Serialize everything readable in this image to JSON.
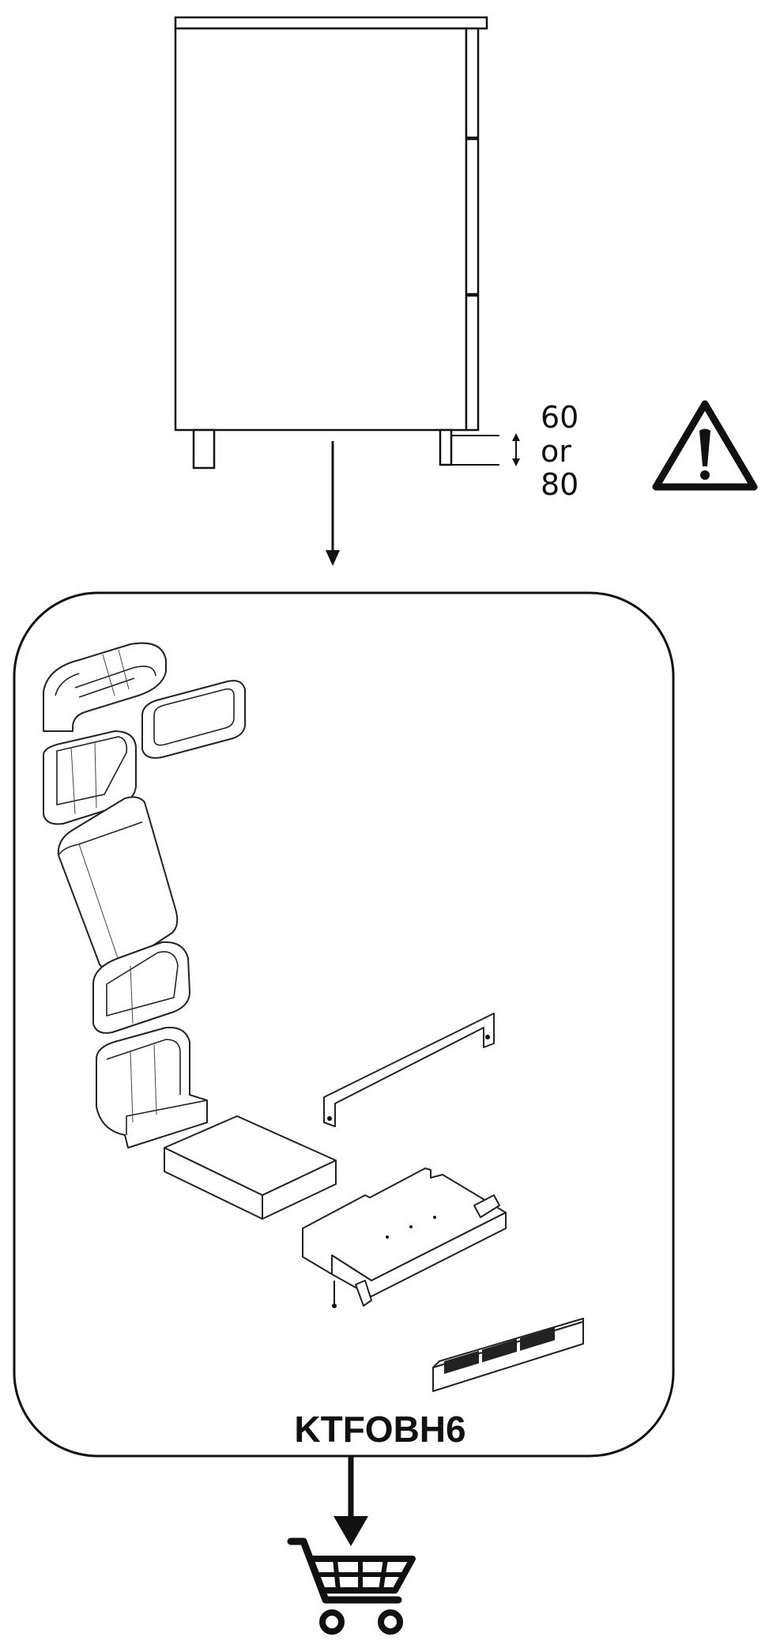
{
  "dimension": {
    "value_a": "60",
    "separator": "or",
    "value_b": "80"
  },
  "kit": {
    "code": "KTFOBH6"
  },
  "icons": {
    "warning": "warning-triangle-icon",
    "cart": "shopping-cart-icon"
  },
  "colors": {
    "line": "#111111",
    "background": "#ffffff"
  }
}
